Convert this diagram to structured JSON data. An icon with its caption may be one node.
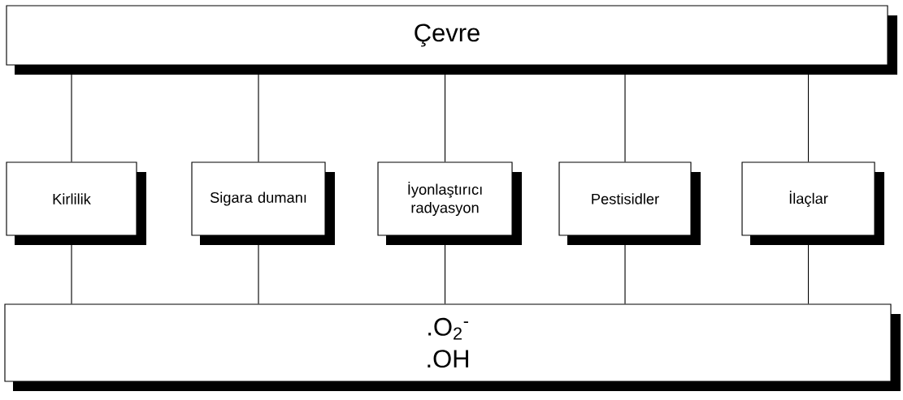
{
  "diagram": {
    "nodes": [
      {
        "text": [
          "Çevre"
        ]
      },
      {
        "text": [
          "Kirlilik"
        ]
      },
      {
        "text": [
          "Sigara dumanı"
        ]
      },
      {
        "text": [
          "İyonlaştırıcı radyasyon"
        ]
      },
      {
        "text": [
          "Pestisidler"
        ]
      },
      {
        "text": [
          "İlaçlar"
        ]
      },
      {
        "text": [
          ".O$_{2}$$^{-}$",
          ".OH"
        ]
      }
    ],
    "edges": [
      {
        "from": 0,
        "to": 1,
        "arrow": "none"
      },
      {
        "from": 0,
        "to": 2,
        "arrow": "none"
      },
      {
        "from": 0,
        "to": 3,
        "arrow": "none"
      },
      {
        "from": 0,
        "to": 4,
        "arrow": "none"
      },
      {
        "from": 0,
        "to": 5,
        "arrow": "none"
      },
      {
        "from": 1,
        "to": 6,
        "arrow": "none"
      },
      {
        "from": 2,
        "to": 6,
        "arrow": "none"
      },
      {
        "from": 3,
        "to": 6,
        "arrow": "none"
      },
      {
        "from": 4,
        "to": 6,
        "arrow": "none"
      },
      {
        "from": 5,
        "to": 6,
        "arrow": "none"
      }
    ]
  }
}
